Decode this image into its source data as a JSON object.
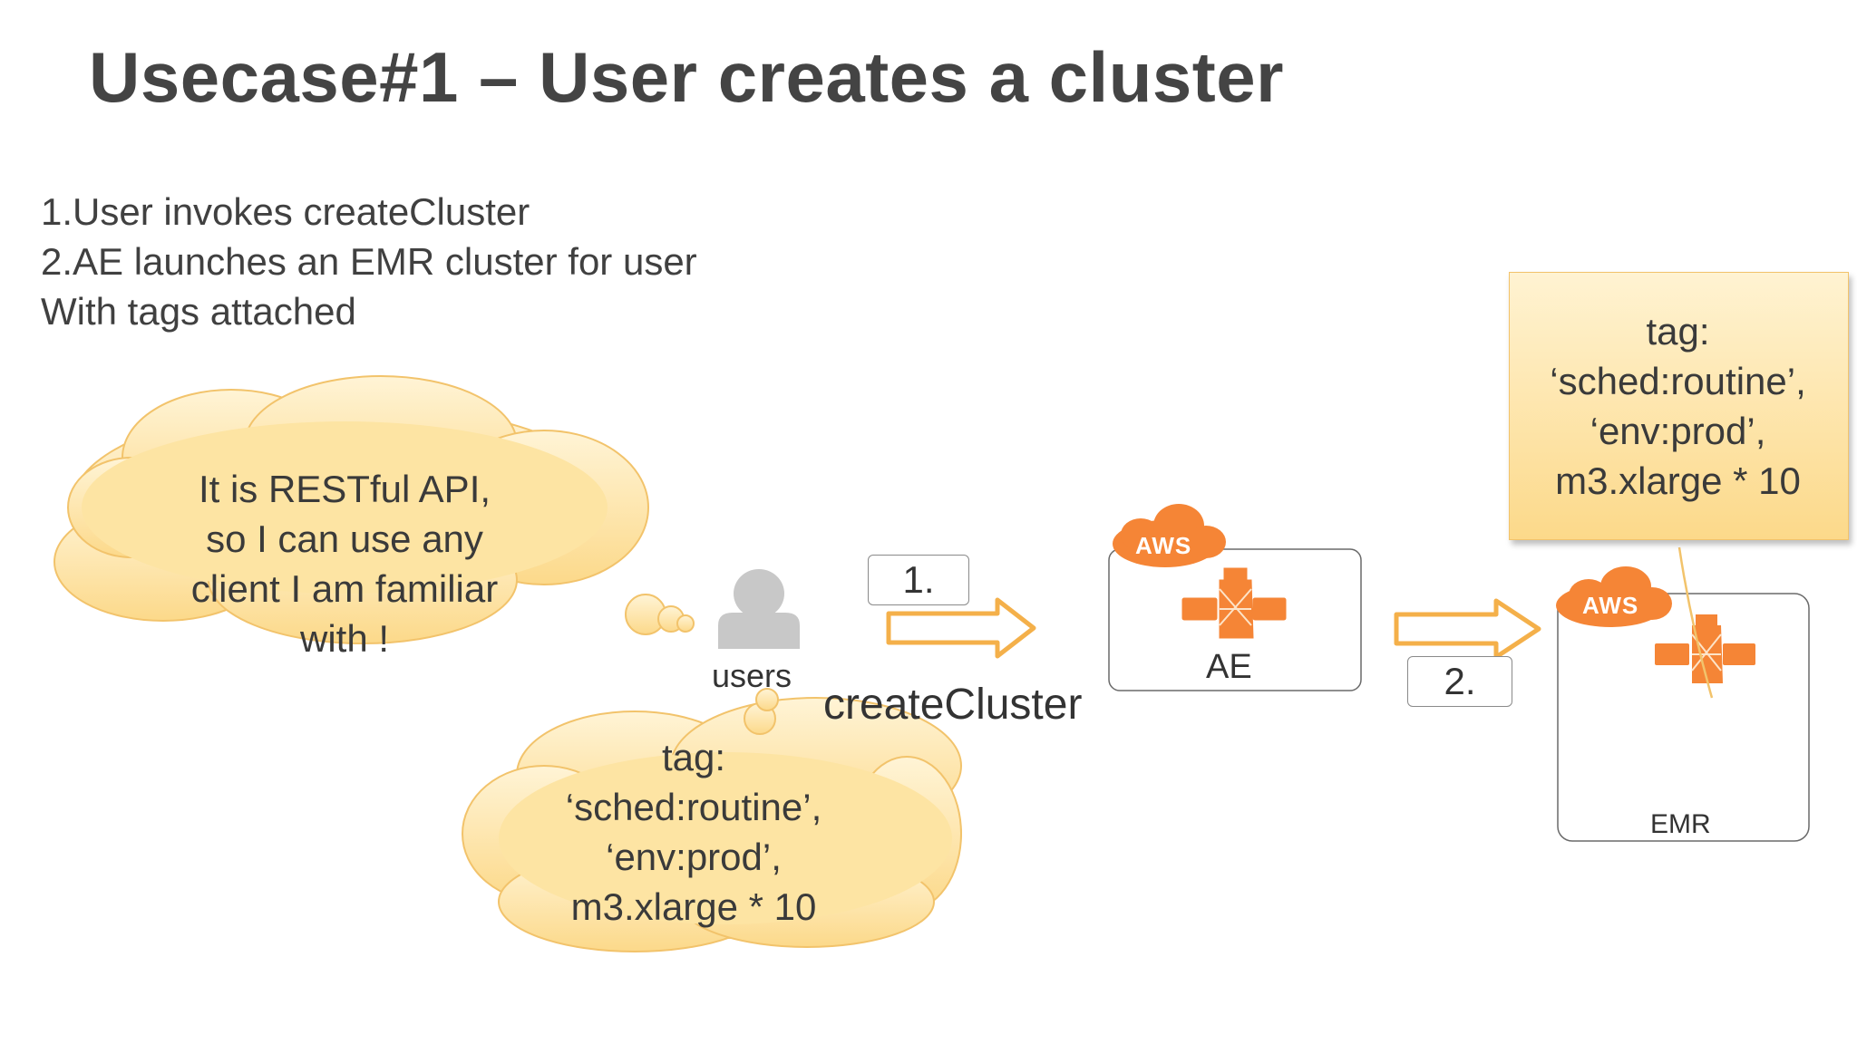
{
  "slide": {
    "title": "Usecase#1 – User creates a cluster",
    "bullets": [
      "1.User invokes createCluster",
      "2.AE launches an EMR cluster for user",
      "With tags attached"
    ]
  },
  "thought_client": {
    "lines": [
      "It is RESTful API,",
      "so I can use any",
      "client I am familiar",
      "with !"
    ]
  },
  "thought_tags": {
    "lines": [
      "tag:",
      "‘sched:routine’,",
      "‘env:prod’,",
      "m3.xlarge * 10"
    ]
  },
  "user": {
    "label": "users"
  },
  "steps": {
    "step1": "1.",
    "step2": "2."
  },
  "call": {
    "label": "createCluster"
  },
  "ae_box": {
    "badge": "AWS",
    "label": "AE"
  },
  "emr_box": {
    "badge": "AWS",
    "label": "EMR"
  },
  "tag_note": {
    "lines": [
      "tag:",
      "‘sched:routine’,",
      "‘env:prod’,",
      "m3.xlarge * 10"
    ]
  },
  "colors": {
    "aws_orange": "#f58536",
    "cloud_fill": "#fde4a3",
    "cloud_stroke": "#f2c36b",
    "arrow_stroke": "#f4b04a"
  }
}
